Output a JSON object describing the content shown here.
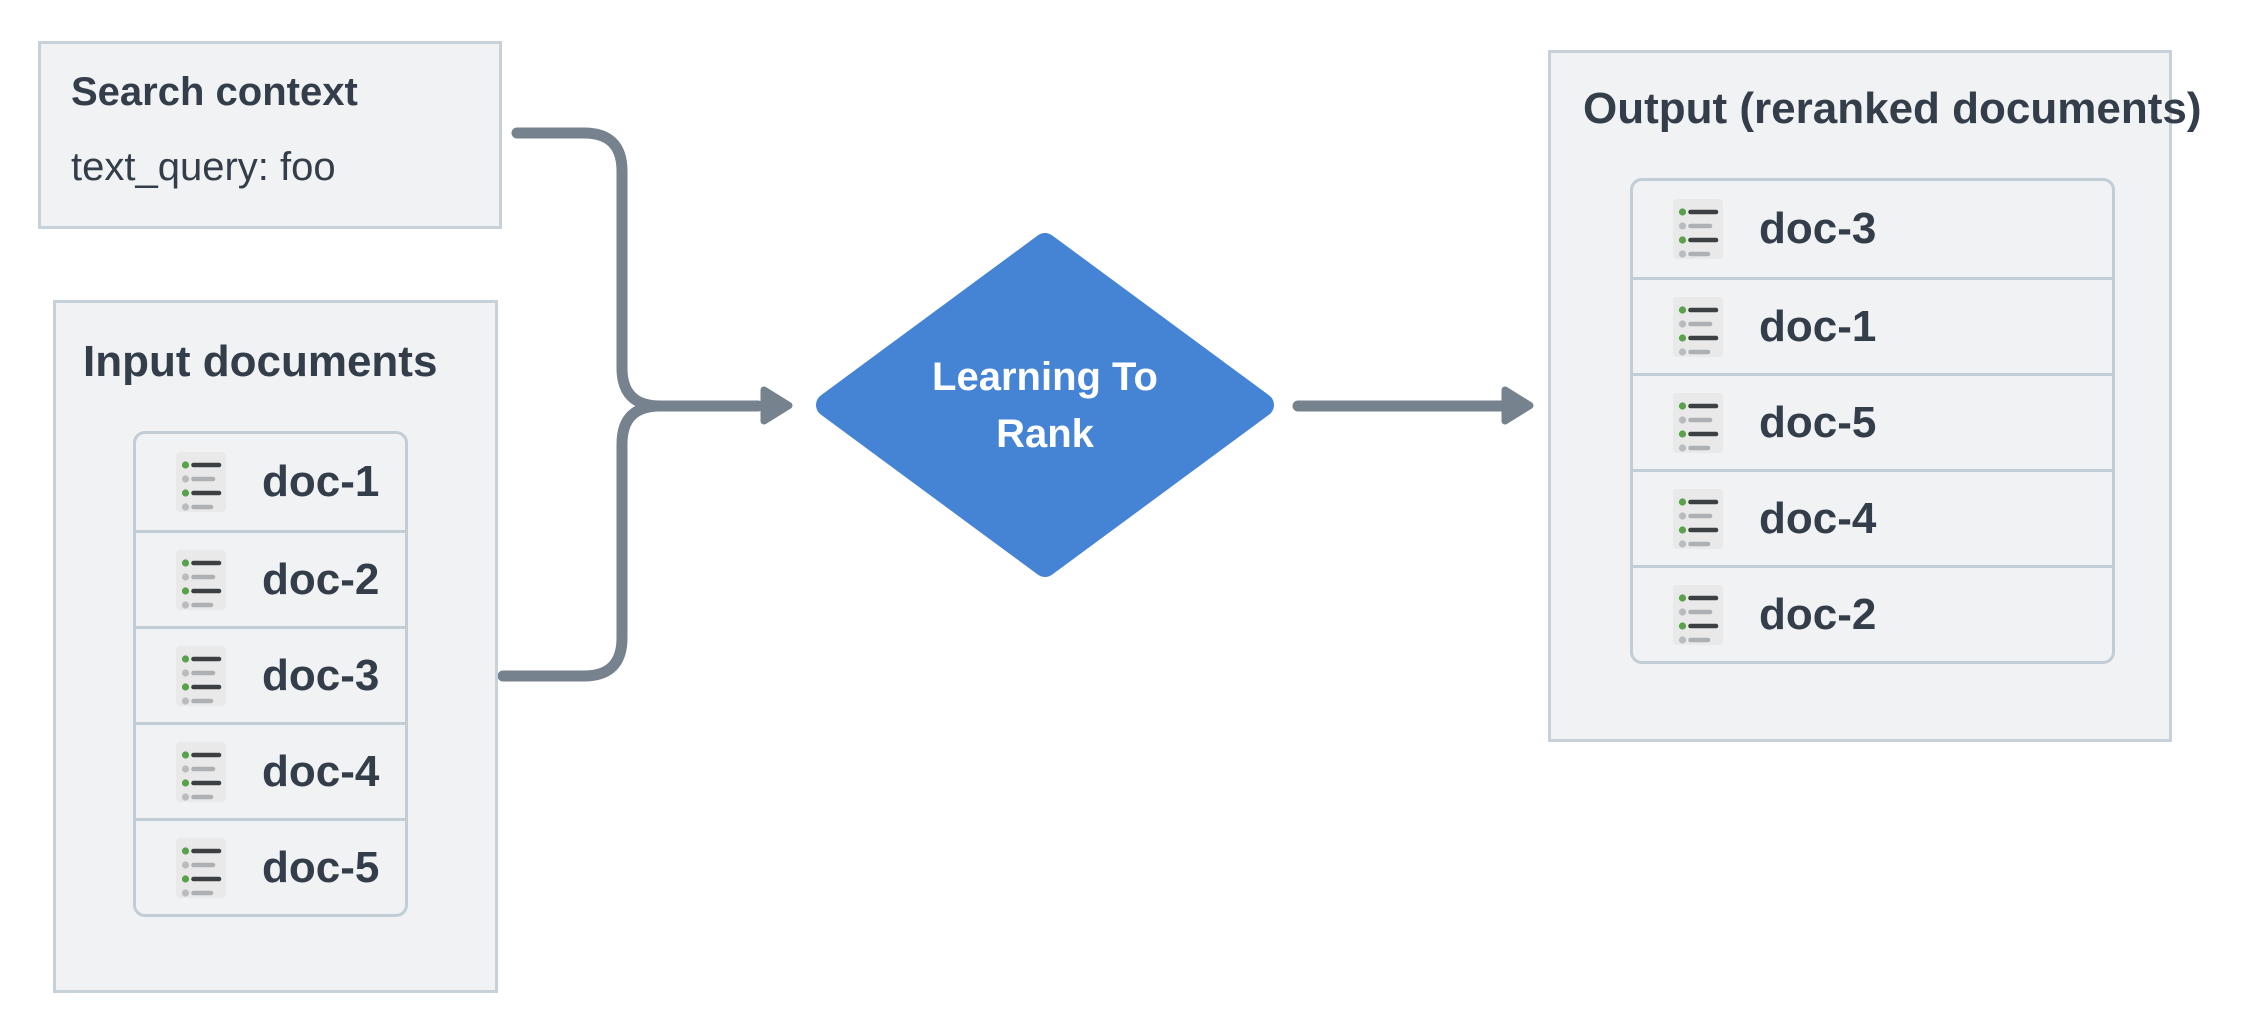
{
  "search_context": {
    "title": "Search context",
    "query": "text_query: foo"
  },
  "input_documents": {
    "title": "Input documents",
    "items": [
      "doc-1",
      "doc-2",
      "doc-3",
      "doc-4",
      "doc-5"
    ]
  },
  "process_node": {
    "label": "Learning To Rank",
    "label_lines": [
      "Learning To",
      "Rank"
    ]
  },
  "output_documents": {
    "title": "Output (reranked documents)",
    "items": [
      "doc-3",
      "doc-1",
      "doc-5",
      "doc-4",
      "doc-2"
    ]
  },
  "colors": {
    "node_fill": "#4584d5",
    "node_text": "#ffffff",
    "connector": "#76828e",
    "panel_fill": "#f0f2f4",
    "panel_border": "#c7d1d9",
    "list_border": "#c2cdd6",
    "text": "#333e4a",
    "icon_background": "#e9e9e9",
    "icon_bullet_green": "#5aa14c",
    "icon_bullet_gray": "#b9bcbe",
    "icon_line_dark": "#3d4043",
    "icon_line_gray": "#aeb1b4"
  }
}
